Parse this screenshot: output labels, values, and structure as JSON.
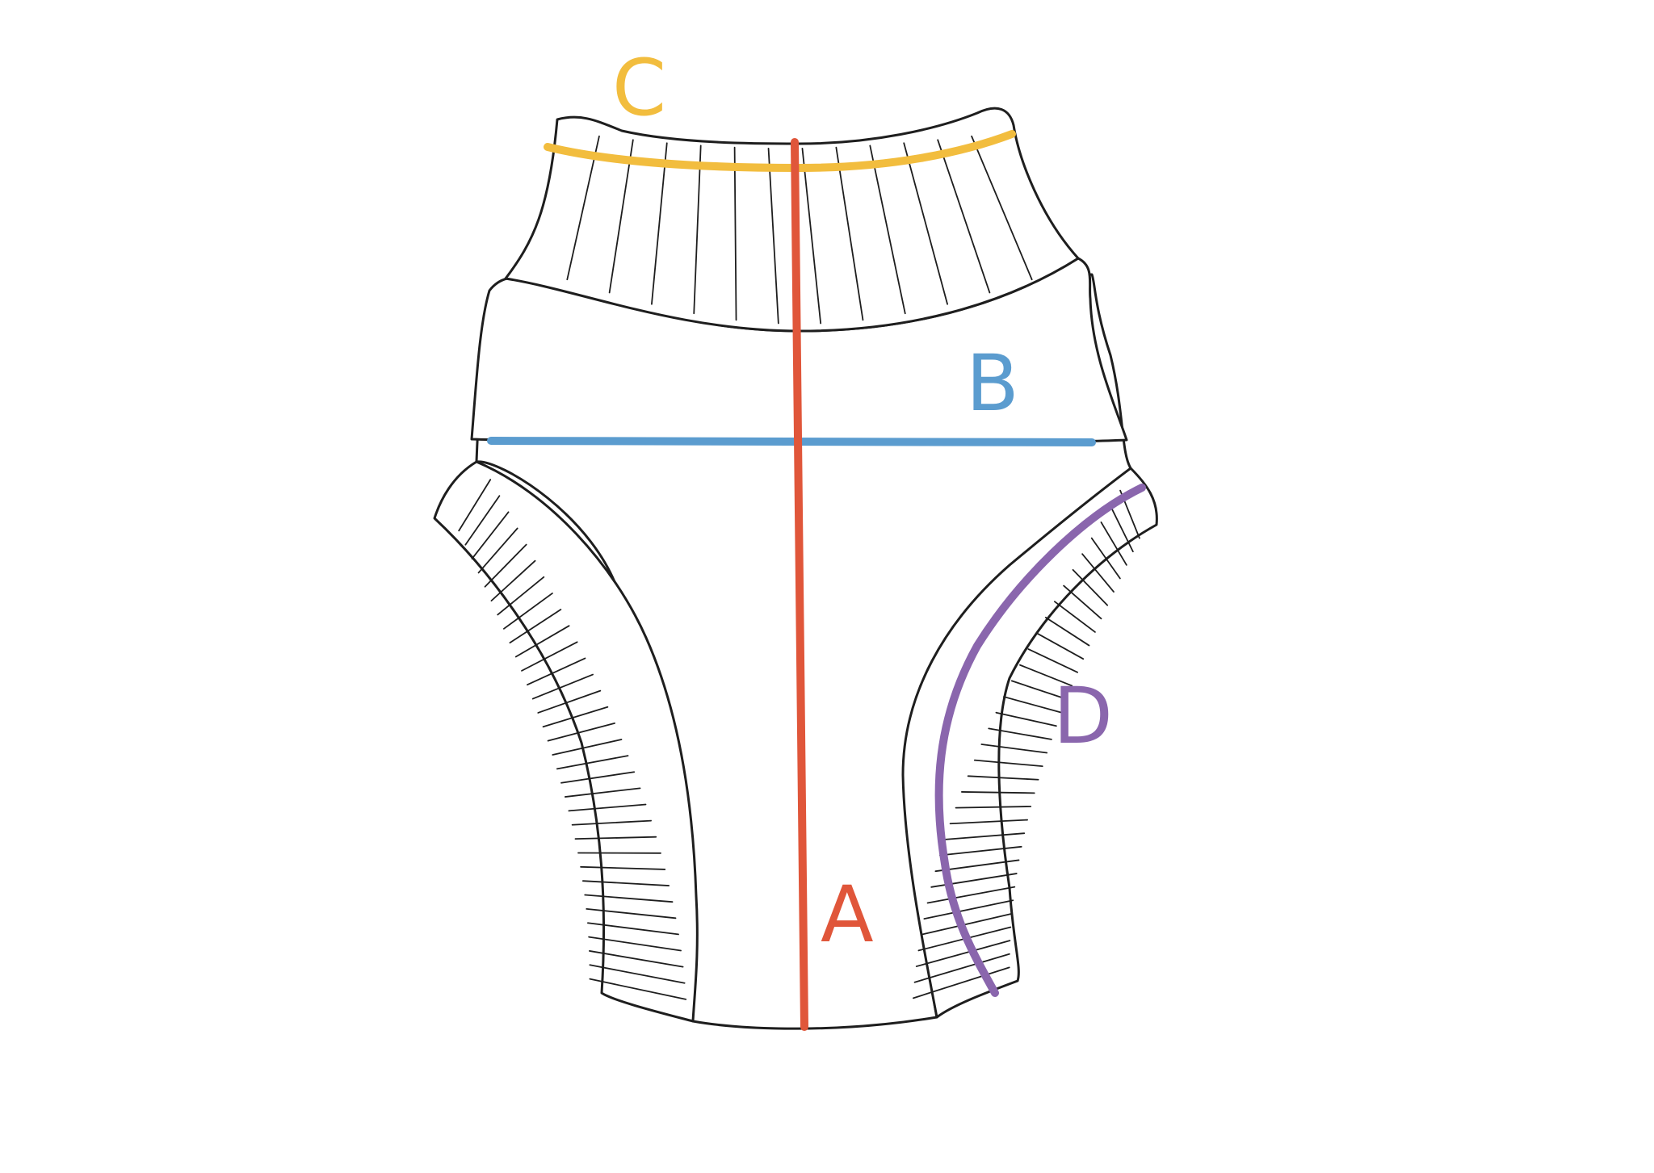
{
  "diagram": {
    "colors": {
      "outline": "#1e1e1e",
      "fill": "#ffffff",
      "background": "#ffffff"
    },
    "measurements": [
      {
        "id": "A",
        "label": "A",
        "color": "#e0563a"
      },
      {
        "id": "B",
        "label": "B",
        "color": "#5b9ccf"
      },
      {
        "id": "C",
        "label": "C",
        "color": "#f2bd3e"
      },
      {
        "id": "D",
        "label": "D",
        "color": "#8a66ad"
      }
    ]
  }
}
